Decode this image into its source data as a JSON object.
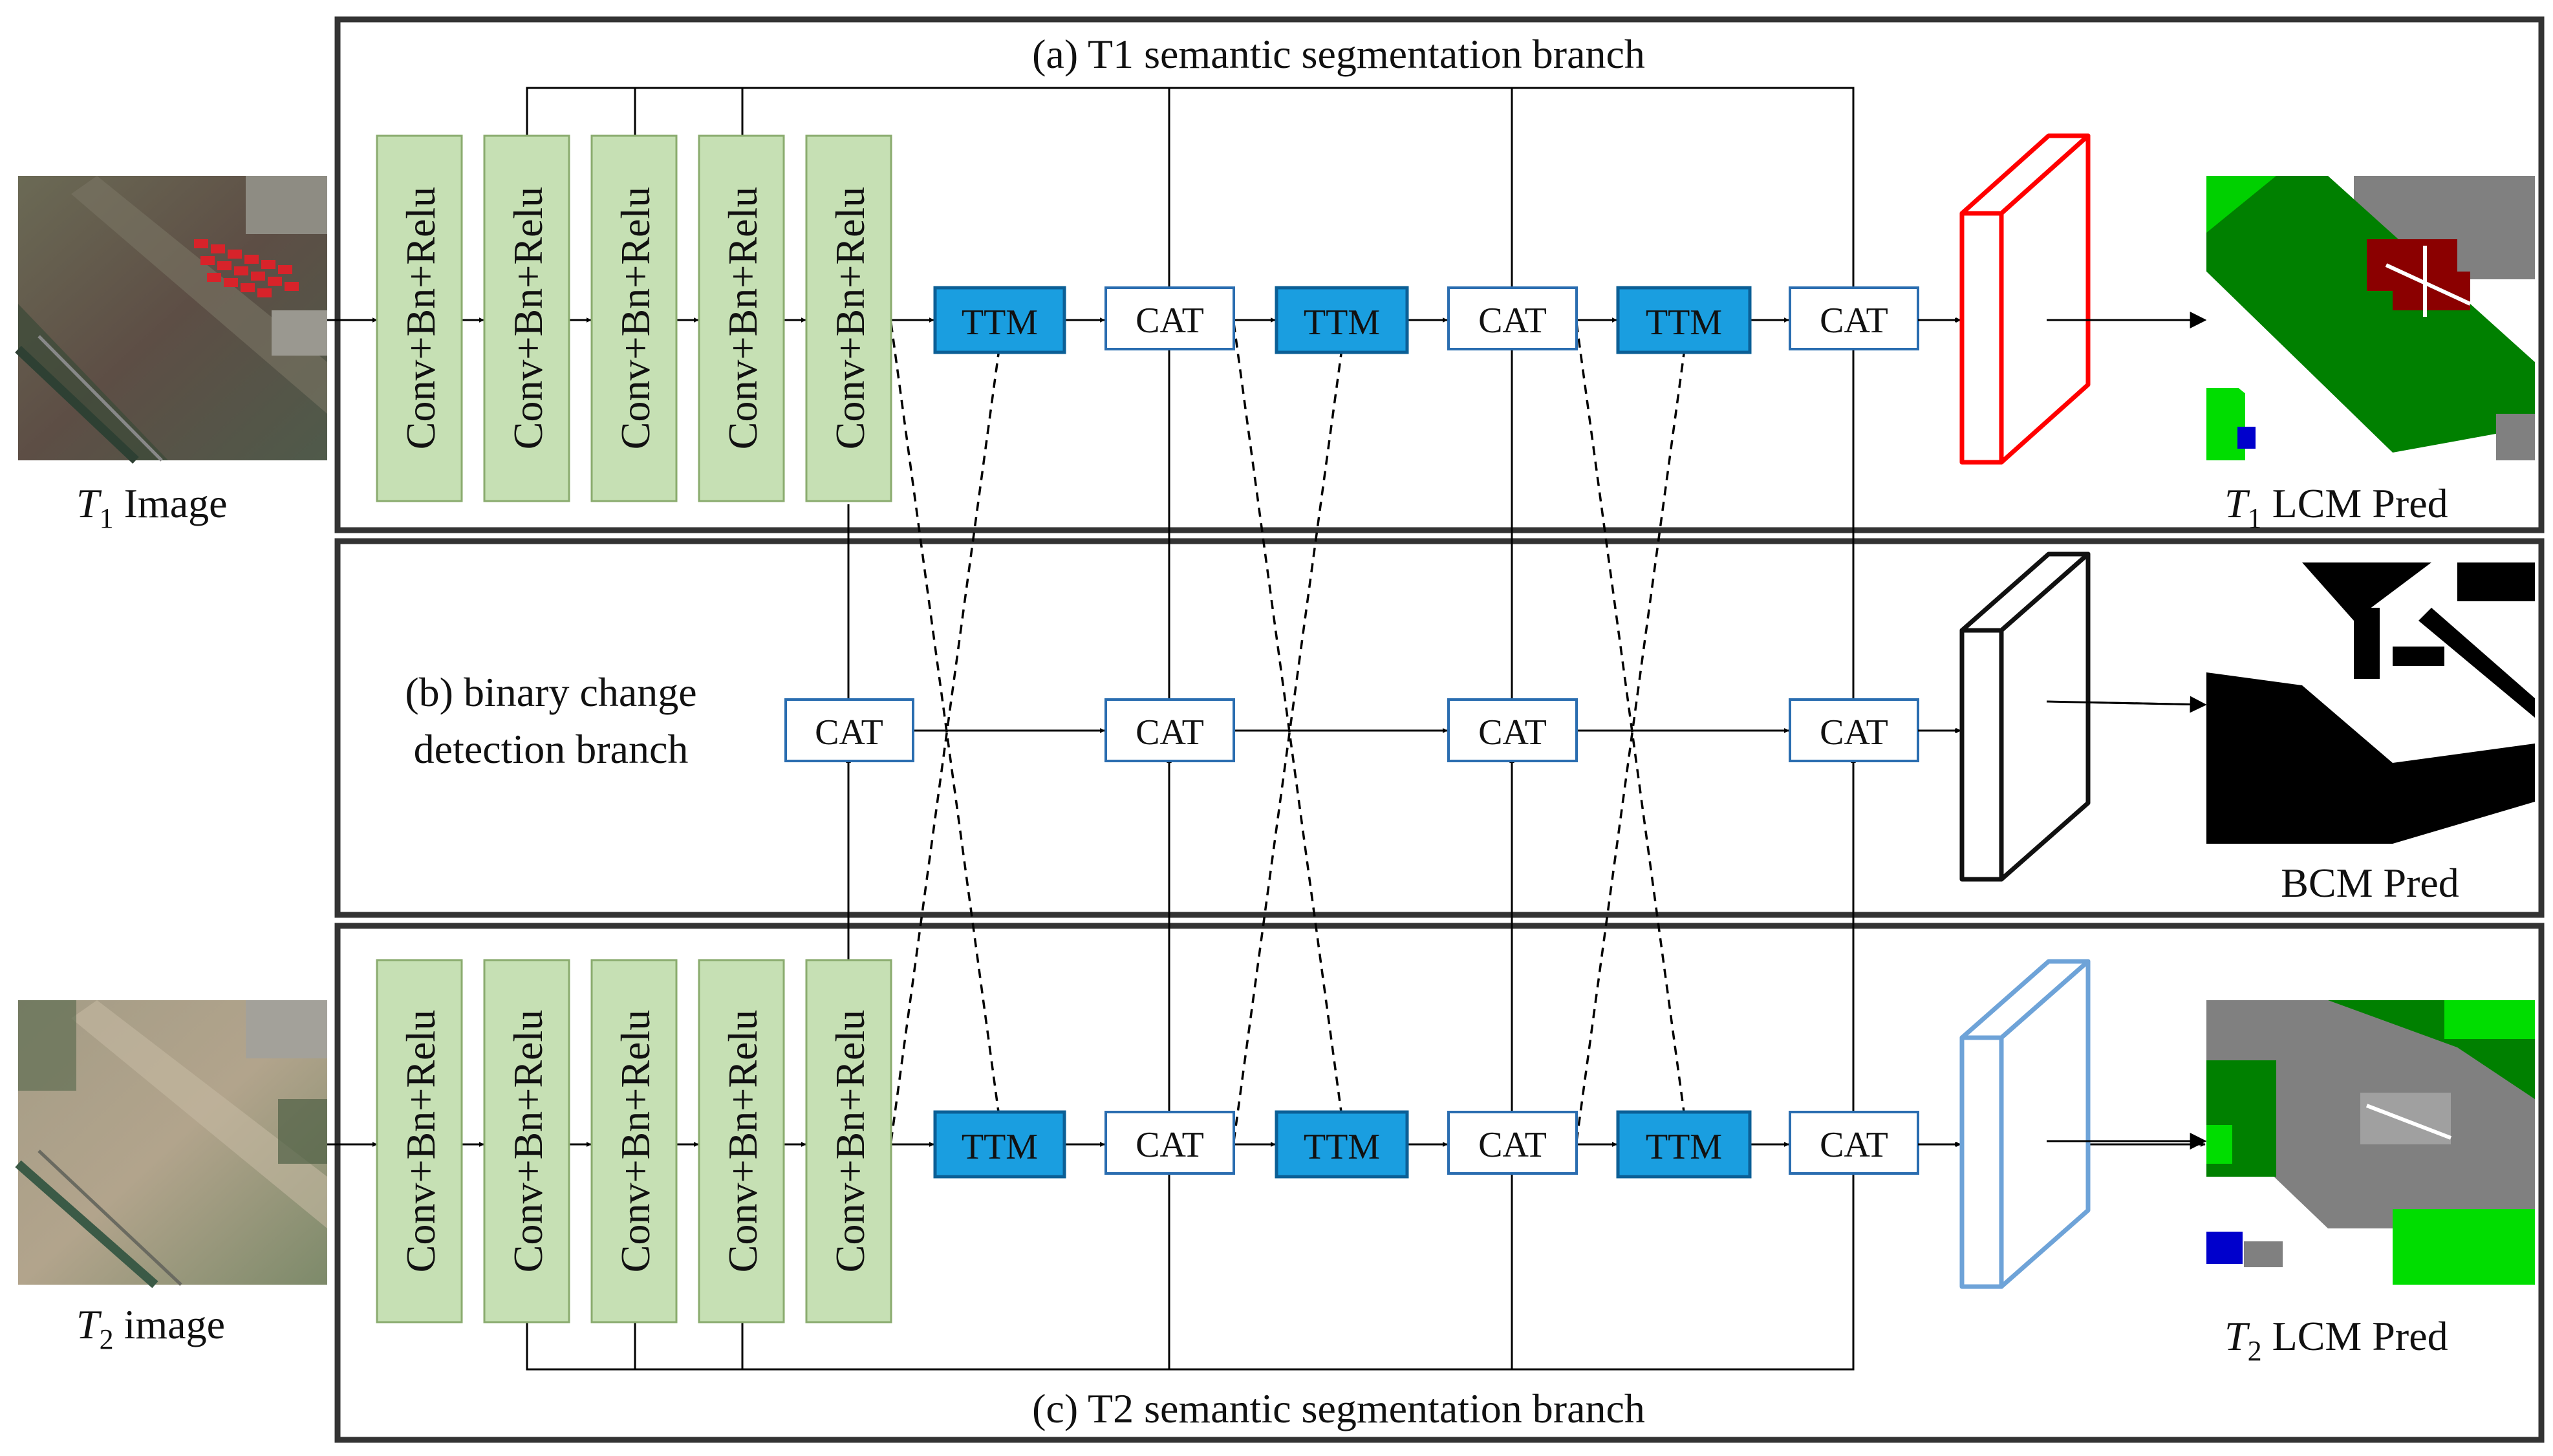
{
  "panels": {
    "t1_title": "(a) T1 semantic segmentation branch",
    "bcd_title_line1": "(b) binary change",
    "bcd_title_line2": "detection branch",
    "t2_title": "(c) T2 semantic segmentation branch"
  },
  "inputs": {
    "t1_label_var": "T",
    "t1_label_sub": "1",
    "t1_label_rest": " Image",
    "t2_label_var": "T",
    "t2_label_sub": "2",
    "t2_label_rest": " image"
  },
  "outputs": {
    "t1_pred_var": "T",
    "t1_pred_sub": "1",
    "t1_pred_rest": " LCM Pred",
    "bcm_pred": "BCM Pred",
    "t2_pred_var": "T",
    "t2_pred_sub": "2",
    "t2_pred_rest": " LCM Pred"
  },
  "blocks": {
    "conv_label": "Conv+Bn+Relu",
    "ttm_label": "TTM",
    "cat_label": "CAT"
  },
  "colors": {
    "conv_fill": "#c6e0b4",
    "conv_stroke": "#8aab6e",
    "ttm_fill": "#1a9ee0",
    "ttm_stroke": "#0b5f96",
    "cat_stroke": "#2a6db0",
    "t1_head": "#ff0000",
    "bcd_head": "#000000",
    "t2_head": "#6ea3d8"
  }
}
